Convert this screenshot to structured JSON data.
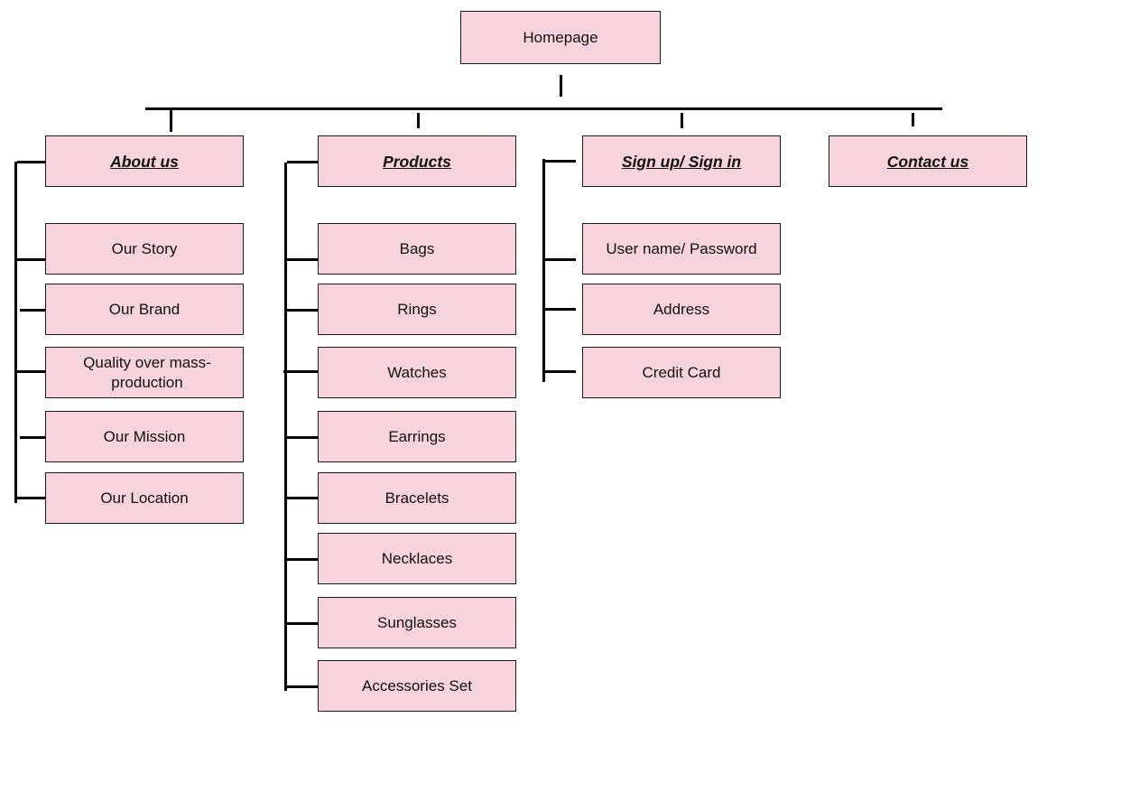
{
  "root": {
    "label": "Homepage"
  },
  "sections": {
    "about": {
      "title": "About us",
      "items": [
        "Our Story",
        "Our Brand",
        "Quality over mass-production",
        "Our Mission",
        "Our Location"
      ]
    },
    "products": {
      "title": "Products",
      "items": [
        "Bags",
        "Rings",
        "Watches",
        "Earrings",
        "Bracelets",
        "Necklaces",
        "Sunglasses",
        "Accessories Set"
      ]
    },
    "signin": {
      "title": "Sign up/ Sign in",
      "items": [
        "User name/ Password",
        "Address",
        "Credit Card"
      ]
    },
    "contact": {
      "title": "Contact us"
    }
  },
  "colors": {
    "box_fill": "#f6d3dd",
    "box_border": "#1a1a1a",
    "connector": "#000000"
  }
}
